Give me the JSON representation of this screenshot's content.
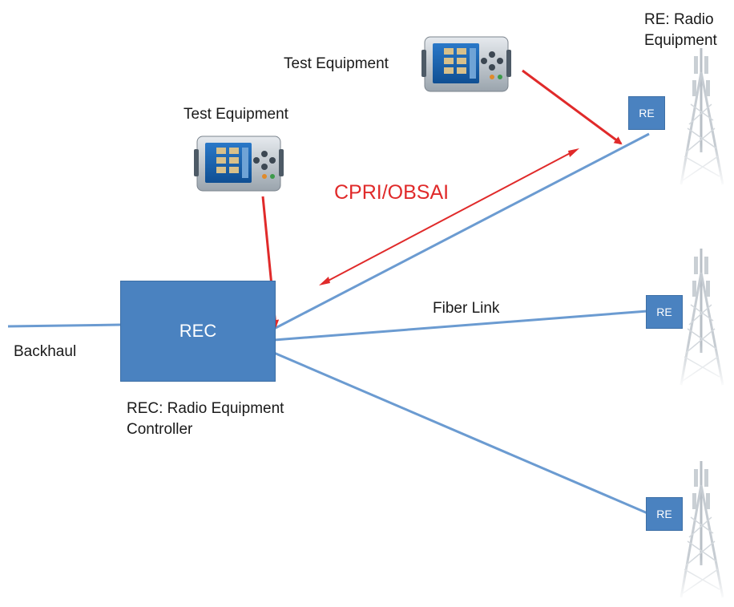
{
  "labels": {
    "re_title_line1": "RE: Radio",
    "re_title_line2": "Equipment",
    "test_equipment_top": "Test Equipment",
    "test_equipment_left": "Test Equipment",
    "protocol": "CPRI/OBSAI",
    "fiber_link": "Fiber Link",
    "backhaul": "Backhaul",
    "rec_caption_line1": "REC: Radio Equipment",
    "rec_caption_line2": "Controller"
  },
  "nodes": {
    "rec": "REC",
    "re_top": "RE",
    "re_middle": "RE",
    "re_bottom": "RE"
  },
  "colors": {
    "link_line": "#6b9bd1",
    "node_fill": "#4a82c0",
    "test_arrow": "#e02a2a",
    "protocol_text": "#e02a2a"
  },
  "icons": {
    "test_equipment": "handheld-tester-icon",
    "tower": "cell-tower-icon"
  }
}
